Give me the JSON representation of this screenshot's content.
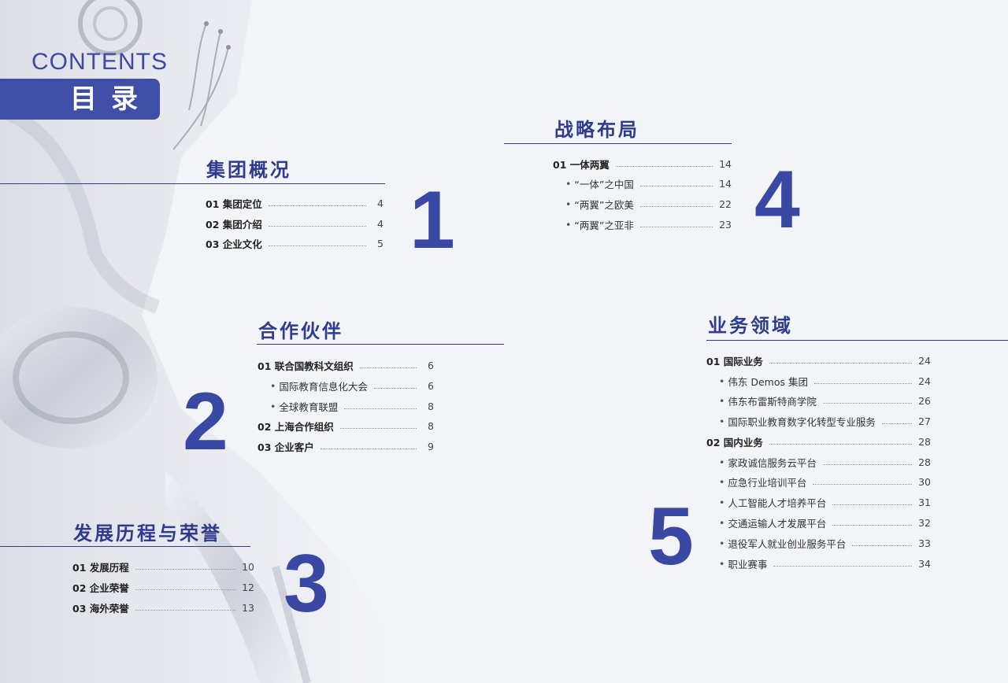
{
  "header": {
    "contents_en": "CONTENTS",
    "contents_cn": "目录"
  },
  "sections": {
    "s1": {
      "title": "集团概况",
      "number": "1",
      "items": [
        {
          "label": "01 集团定位",
          "page": "4"
        },
        {
          "label": "02 集团介绍",
          "page": "4"
        },
        {
          "label": "03 企业文化",
          "page": "5"
        }
      ]
    },
    "s2": {
      "title": "合作伙伴",
      "number": "2",
      "items": [
        {
          "label": "01 联合国教科文组织",
          "page": "6"
        },
        {
          "label": "国际教育信息化大会",
          "page": "6"
        },
        {
          "label": "全球教育联盟",
          "page": "8"
        },
        {
          "label": "02 上海合作组织",
          "page": "8"
        },
        {
          "label": "03 企业客户",
          "page": "9"
        }
      ]
    },
    "s3": {
      "title": "发展历程与荣誉",
      "number": "3",
      "items": [
        {
          "label": "01 发展历程",
          "page": "10"
        },
        {
          "label": "02 企业荣誉",
          "page": "12"
        },
        {
          "label": "03 海外荣誉",
          "page": "13"
        }
      ]
    },
    "s4": {
      "title": "战略布局",
      "number": "4",
      "items": [
        {
          "label": "01 一体两翼",
          "page": "14"
        },
        {
          "label": "“一体”之中国",
          "page": "14"
        },
        {
          "label": "“两翼”之欧美",
          "page": "22"
        },
        {
          "label": "“两翼”之亚非",
          "page": "23"
        }
      ]
    },
    "s5": {
      "title": "业务领域",
      "number": "5",
      "items": [
        {
          "label": "01 国际业务",
          "page": "24"
        },
        {
          "label": "伟东 Demos 集团",
          "page": "24"
        },
        {
          "label": "伟东布雷斯特商学院",
          "page": "26"
        },
        {
          "label": "国际职业教育数字化转型专业服务",
          "page": "27"
        },
        {
          "label": "02 国内业务",
          "page": "28"
        },
        {
          "label": "家政诚信服务云平台",
          "page": "28"
        },
        {
          "label": "应急行业培训平台",
          "page": "30"
        },
        {
          "label": "人工智能人才培养平台",
          "page": "31"
        },
        {
          "label": "交通运输人才发展平台",
          "page": "32"
        },
        {
          "label": "退役军人就业创业服务平台",
          "page": "33"
        },
        {
          "label": "职业赛事",
          "page": "34"
        }
      ]
    }
  },
  "colors": {
    "accent": "#3f4fa8",
    "title": "#2f3b8f",
    "background": "#f3f4f8"
  }
}
